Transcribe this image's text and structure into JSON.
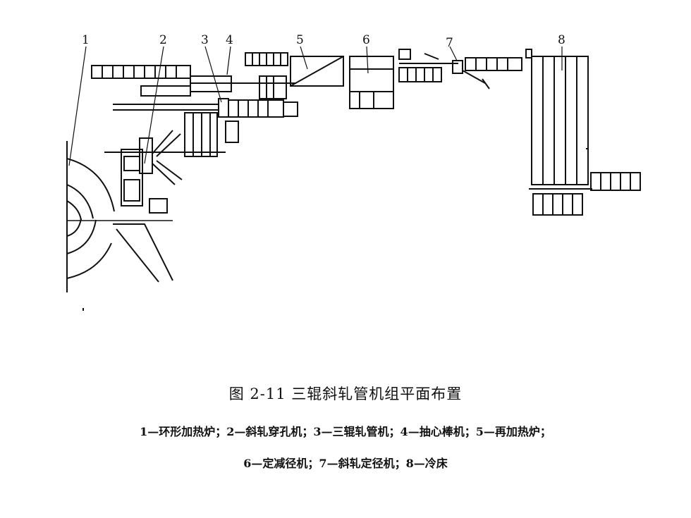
{
  "labels": [
    "1",
    "2",
    "3",
    "4",
    "5",
    "6",
    "7",
    "8"
  ],
  "caption": {
    "title": "图 2-11   三辊斜轧管机组平面布置",
    "legend_line1": "1—环形加热炉；2—斜轧穿孔机；3—三辊轧管机；4—抽心棒机；5—再加热炉；",
    "legend_line2": "6—定减径机；7—斜轧定径机；8—冷床"
  }
}
